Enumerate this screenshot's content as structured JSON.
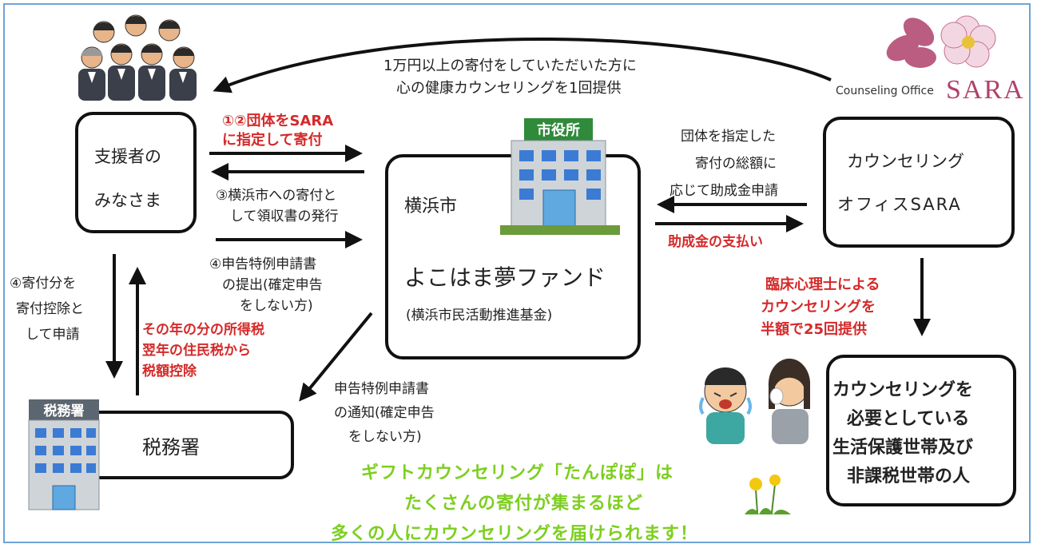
{
  "colors": {
    "frame": "#6fa3d8",
    "red": "#d42a2a",
    "green": "#7ccf1f",
    "arrow": "#111111"
  },
  "top_note": {
    "line1": "1万円以上の寄付をしていただいた方に",
    "line2": "心の健康カウンセリングを1回提供"
  },
  "supporters": {
    "line1": "支援者の",
    "line2": "みなさま"
  },
  "yokohama": {
    "title": "横浜市",
    "fund": "よこはま夢ファンド",
    "fund_sub": "(横浜市民活動推進基金)",
    "building_sign": "市役所"
  },
  "sara": {
    "line1": "カウンセリング",
    "line2": "オフィスSARA",
    "logo_en": "Counseling Office",
    "logo_name": "SARA"
  },
  "tax_office": {
    "label": "税務署",
    "building_sign": "税務署"
  },
  "recipients": {
    "line1": "カウンセリングを",
    "line2": "必要としている",
    "line3": "生活保護世帯及び",
    "line4": "非課税世帯の人"
  },
  "labels": {
    "step12_l1": "①②団体をSARA",
    "step12_l2": "に指定して寄付",
    "step3_l1": "③横浜市への寄付と",
    "step3_l2": "して領収書の発行",
    "step4_l1": "④申告特例申請書",
    "step4_l2": "の提出(確定申告",
    "step4_l3": "をしない方)",
    "deduct_l1": "④寄付分を",
    "deduct_l2": "寄付控除と",
    "deduct_l3": "して申請",
    "taxcredit_l1": "その年の分の所得税",
    "taxcredit_l2": "翌年の住民税から",
    "taxcredit_l3": "税額控除",
    "notify_l1": "申告特例申請書",
    "notify_l2": "の通知(確定申告",
    "notify_l3": "をしない方)",
    "grant_req_l1": "団体を指定した",
    "grant_req_l2": "寄付の総額に",
    "grant_req_l3": "応じて助成金申請",
    "grant_pay": "助成金の支払い",
    "service_l1": "臨床心理士による",
    "service_l2": "カウンセリングを",
    "service_l3": "半額で25回提供"
  },
  "slogan": {
    "line1": "ギフトカウンセリング「たんぽぽ」は",
    "line2": "たくさんの寄付が集まるほど",
    "line3": "多くの人にカウンセリングを届けられます！"
  }
}
